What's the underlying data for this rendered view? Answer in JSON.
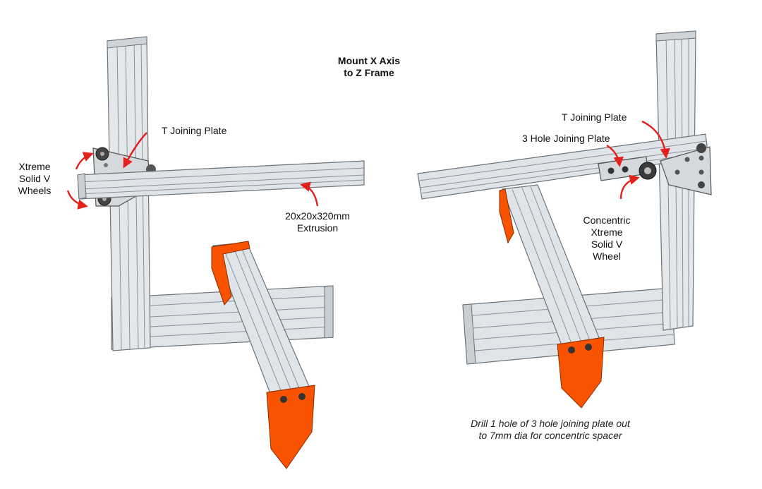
{
  "title": {
    "line1": "Mount X Axis",
    "line2": "to Z Frame"
  },
  "left": {
    "t_plate": "T Joining Plate",
    "wheels": [
      "Xtreme",
      "Solid V",
      "Wheels"
    ],
    "extrusion": [
      "20x20x320mm",
      "Extrusion"
    ]
  },
  "right": {
    "t_plate": "T Joining Plate",
    "hole_plate": "3 Hole Joining Plate",
    "wheel": [
      "Concentric",
      "Xtreme",
      "Solid V",
      "Wheel"
    ],
    "note": [
      "Drill 1 hole of 3 hole joining plate out",
      "to 7mm dia for concentric spacer"
    ]
  },
  "colors": {
    "frame": "#dfe4e8",
    "frame_stroke": "#6b7278",
    "orange": "#fa5300",
    "arrow": "#e3201b",
    "plate": "#d6d9dc"
  }
}
